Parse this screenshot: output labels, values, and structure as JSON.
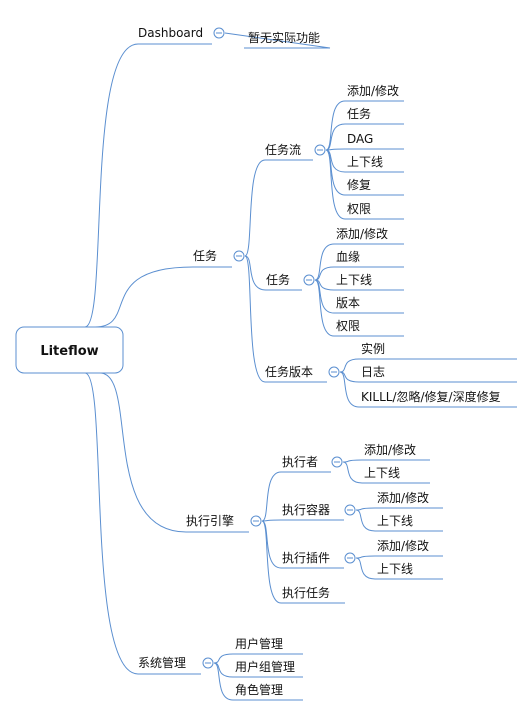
{
  "mindmap": {
    "root": "Liteflow",
    "branches": [
      {
        "label": "Dashboard",
        "children": [
          {
            "label": "暂无实际功能"
          }
        ]
      },
      {
        "label": "任务",
        "children": [
          {
            "label": "任务流",
            "children": [
              {
                "label": "添加/修改"
              },
              {
                "label": "任务"
              },
              {
                "label": "DAG"
              },
              {
                "label": "上下线"
              },
              {
                "label": "修复"
              },
              {
                "label": "权限"
              }
            ]
          },
          {
            "label": "任务",
            "children": [
              {
                "label": "添加/修改"
              },
              {
                "label": "血缘"
              },
              {
                "label": "上下线"
              },
              {
                "label": "版本"
              },
              {
                "label": "权限"
              }
            ]
          },
          {
            "label": "任务版本",
            "children": [
              {
                "label": "实例"
              },
              {
                "label": "日志"
              },
              {
                "label": "KILLL/忽略/修复/深度修复"
              }
            ]
          }
        ]
      },
      {
        "label": "执行引擎",
        "children": [
          {
            "label": "执行者",
            "children": [
              {
                "label": "添加/修改"
              },
              {
                "label": "上下线"
              }
            ]
          },
          {
            "label": "执行容器",
            "children": [
              {
                "label": "添加/修改"
              },
              {
                "label": "上下线"
              }
            ]
          },
          {
            "label": "执行插件",
            "children": [
              {
                "label": "添加/修改"
              },
              {
                "label": "上下线"
              }
            ]
          },
          {
            "label": "执行任务"
          }
        ]
      },
      {
        "label": "系统管理",
        "children": [
          {
            "label": "用户管理"
          },
          {
            "label": "用户组管理"
          },
          {
            "label": "角色管理"
          }
        ]
      }
    ]
  }
}
